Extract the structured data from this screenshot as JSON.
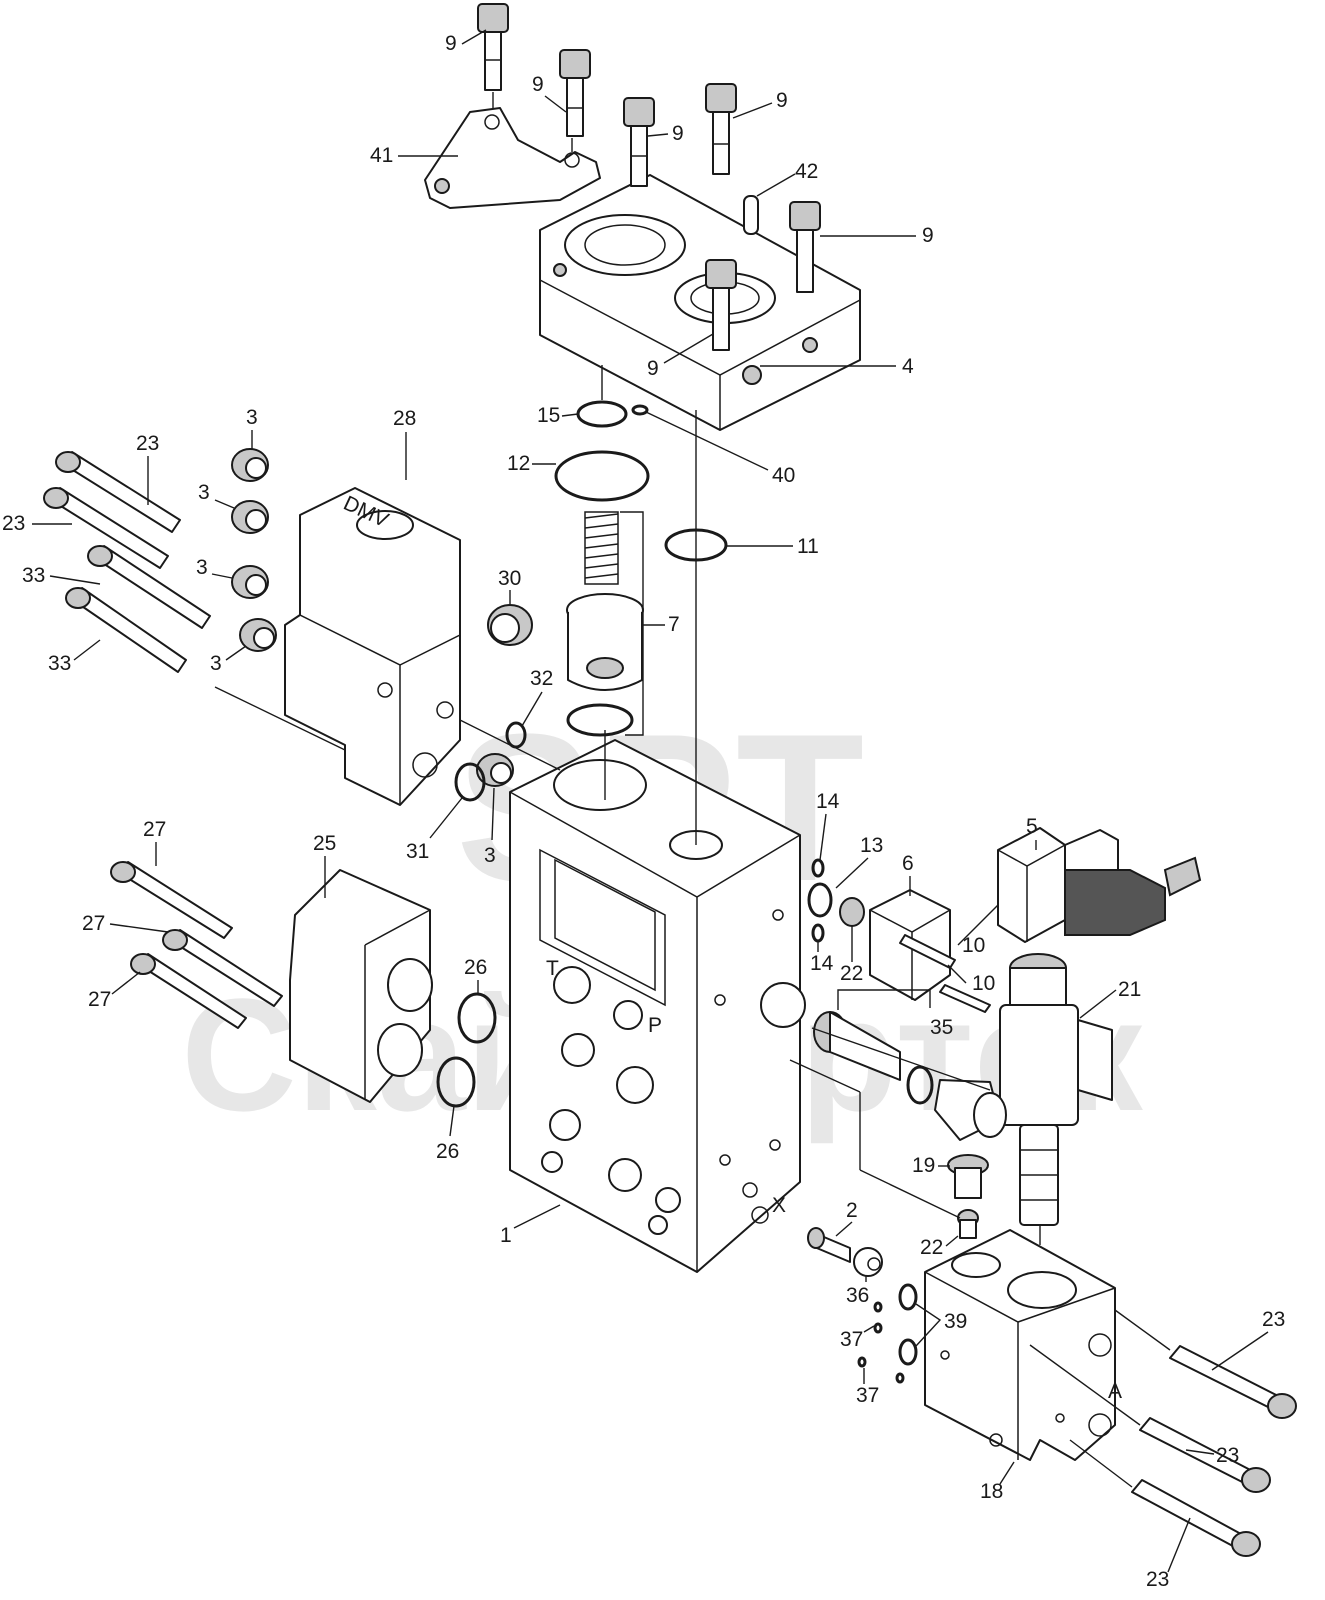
{
  "watermark": {
    "line1": "SPT",
    "line2": "Скайфортек"
  },
  "colors": {
    "line": "#1a1a1a",
    "shade": "#c8c8c8",
    "watermark": "#e7e7e7"
  },
  "markings": {
    "port_t": "T",
    "port_p": "P",
    "port_x": "X",
    "port_a": "A",
    "brand": "DMV"
  },
  "callouts": [
    {
      "label": "9"
    },
    {
      "label": "9"
    },
    {
      "label": "9"
    },
    {
      "label": "9"
    },
    {
      "label": "9"
    },
    {
      "label": "9"
    },
    {
      "label": "41"
    },
    {
      "label": "42"
    },
    {
      "label": "4"
    },
    {
      "label": "15"
    },
    {
      "label": "40"
    },
    {
      "label": "12"
    },
    {
      "label": "11"
    },
    {
      "label": "7"
    },
    {
      "label": "28"
    },
    {
      "label": "3"
    },
    {
      "label": "3"
    },
    {
      "label": "3"
    },
    {
      "label": "3"
    },
    {
      "label": "3"
    },
    {
      "label": "23"
    },
    {
      "label": "23"
    },
    {
      "label": "33"
    },
    {
      "label": "33"
    },
    {
      "label": "30"
    },
    {
      "label": "32"
    },
    {
      "label": "31"
    },
    {
      "label": "14"
    },
    {
      "label": "13"
    },
    {
      "label": "14"
    },
    {
      "label": "22"
    },
    {
      "label": "6"
    },
    {
      "label": "5"
    },
    {
      "label": "10"
    },
    {
      "label": "10"
    },
    {
      "label": "35"
    },
    {
      "label": "21"
    },
    {
      "label": "27"
    },
    {
      "label": "27"
    },
    {
      "label": "27"
    },
    {
      "label": "25"
    },
    {
      "label": "26"
    },
    {
      "label": "26"
    },
    {
      "label": "1"
    },
    {
      "label": "19"
    },
    {
      "label": "2"
    },
    {
      "label": "22"
    },
    {
      "label": "36"
    },
    {
      "label": "37"
    },
    {
      "label": "39"
    },
    {
      "label": "37"
    },
    {
      "label": "23"
    },
    {
      "label": "23"
    },
    {
      "label": "23"
    },
    {
      "label": "18"
    }
  ]
}
